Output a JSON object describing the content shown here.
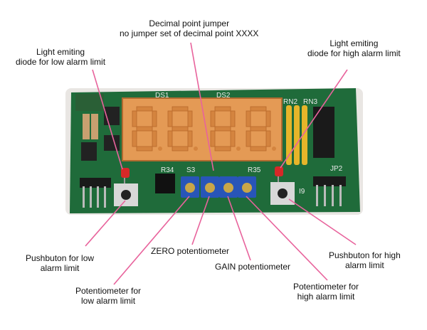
{
  "labels": {
    "decimal_jumper": [
      "Decimal point jumper",
      "no jumper set of decimal point XXXX"
    ],
    "led_low": [
      "Light emiting",
      "diode for low alarm limit"
    ],
    "led_high": [
      "Light emiting",
      "diode for high alarm limit"
    ],
    "push_low": [
      "Pushbuton for low",
      "alarm limit"
    ],
    "push_high": [
      "Pushbuton for high",
      "alarm limit"
    ],
    "zero_pot": "ZERO potentiometer",
    "gain_pot": "GAIN potentiometer",
    "pot_low": [
      "Potentiometer for",
      "low alarm limit"
    ],
    "pot_high": [
      "Potentiometer for",
      "high alarm limit"
    ]
  },
  "silkscreen": {
    "ds1": "DS1",
    "ds2": "DS2",
    "rn2": "RN2",
    "rn3": "RN3",
    "r34": "R34",
    "s3": "S3",
    "r35": "R35",
    "jp2": "JP2",
    "i9": "I9"
  },
  "colors": {
    "board": "#1f6b3a",
    "display": "#e49a55",
    "pot": "#2855b8",
    "leader": "#e8639c"
  }
}
